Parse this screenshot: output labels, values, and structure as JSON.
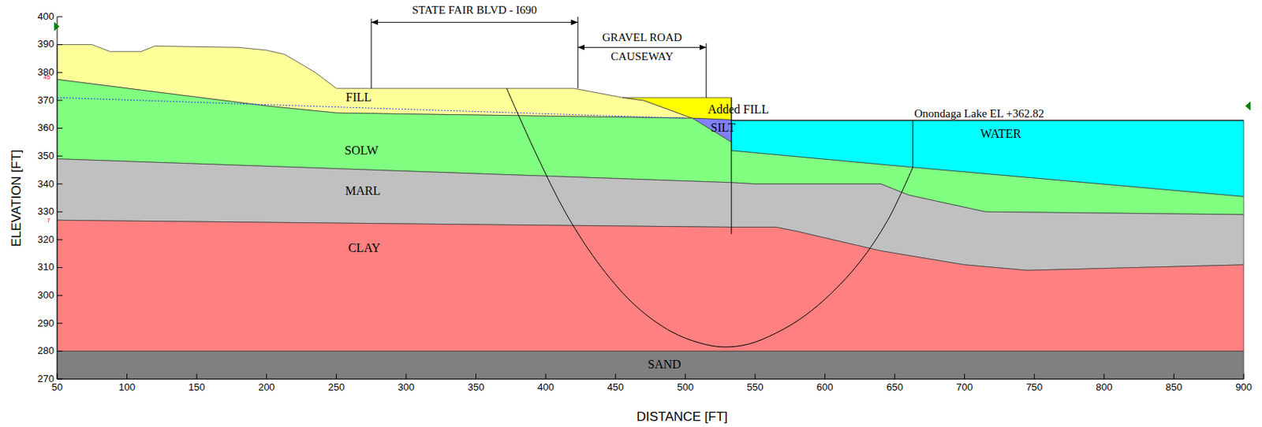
{
  "diagram": {
    "nodes": [
      {
        "text": [
          "FILL"
        ]
      },
      {
        "text": [
          "Added FILL"
        ]
      },
      {
        "text": [
          "SILT"
        ]
      },
      {
        "text": [
          "SOLW"
        ]
      },
      {
        "text": [
          "MARL"
        ]
      },
      {
        "text": [
          "CLAY"
        ]
      },
      {
        "text": [
          "SAND"
        ]
      },
      {
        "text": [
          "WATER"
        ]
      }
    ],
    "labels": [
      "STATE FAIR BLVD - I690",
      "GRAVEL ROAD",
      "CAUSEWAY",
      "Onondaga Lake EL +362.82",
      "ELEVATION [FT]",
      "DISTANCE [FT]",
      "45",
      "7",
      "270",
      "280",
      "290",
      "300",
      "310",
      "320",
      "330",
      "340",
      "350",
      "360",
      "370",
      "380",
      "390",
      "400",
      "50",
      "100",
      "150",
      "200",
      "250",
      "300",
      "350",
      "400",
      "450",
      "500",
      "550",
      "600",
      "650",
      "700",
      "750",
      "800",
      "850",
      "900"
    ]
  }
}
